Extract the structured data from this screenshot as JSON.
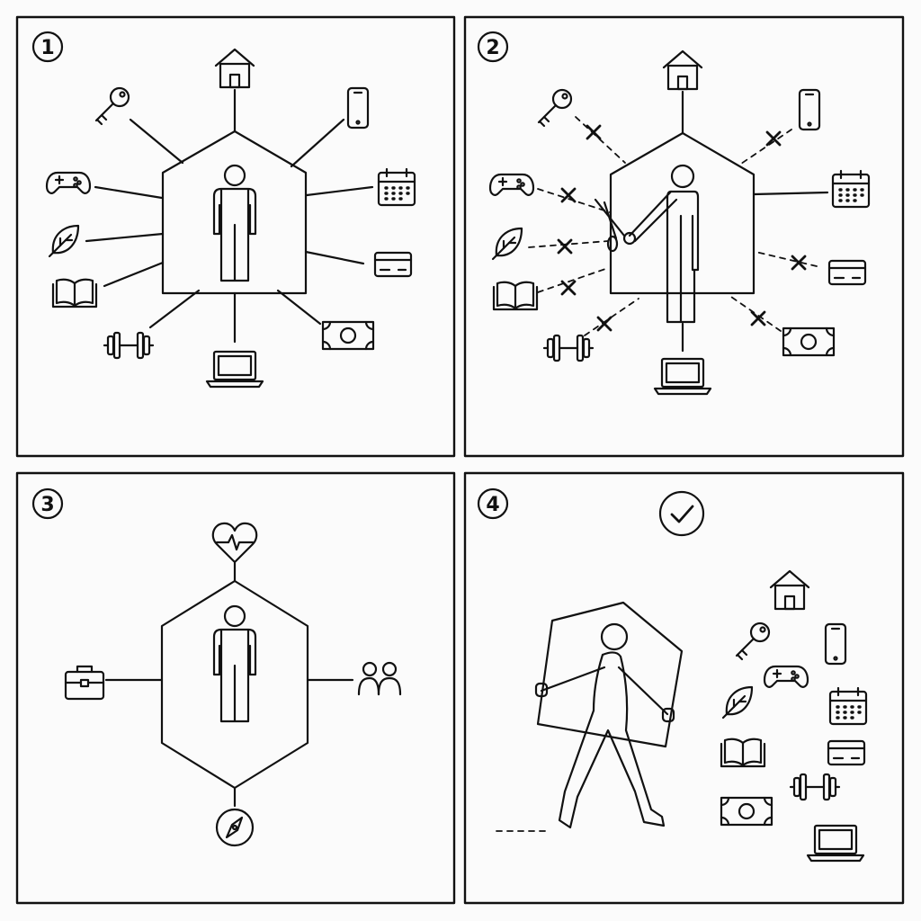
{
  "colors": {
    "ink": "#111111",
    "paper": "#fbfbfb"
  },
  "panels": [
    {
      "step": "1",
      "subject": "person-inside-house",
      "connections": "connected",
      "icons": [
        "house-icon",
        "key-icon",
        "phone-icon",
        "game-controller-icon",
        "calendar-icon",
        "leaf-icon",
        "credit-card-icon",
        "book-icon",
        "dumbbell-icon",
        "laptop-icon",
        "money-icon"
      ]
    },
    {
      "step": "2",
      "subject": "person-cutting-ties",
      "connections": "cut",
      "icons": [
        "house-icon",
        "key-icon",
        "phone-icon",
        "game-controller-icon",
        "calendar-icon",
        "leaf-icon",
        "credit-card-icon",
        "book-icon",
        "dumbbell-icon",
        "laptop-icon",
        "money-icon",
        "scissors-icon"
      ],
      "kept": [
        "house-icon",
        "calendar-icon",
        "laptop-icon"
      ]
    },
    {
      "step": "3",
      "subject": "person-inside-hexagon",
      "connections": "connected",
      "icons": [
        "heart-pulse-icon",
        "briefcase-icon",
        "people-icon",
        "compass-icon"
      ]
    },
    {
      "step": "4",
      "subject": "person-carrying-house",
      "connections": "none",
      "icons": [
        "check-circle-icon",
        "house-icon",
        "key-icon",
        "phone-icon",
        "game-controller-icon",
        "calendar-icon",
        "leaf-icon",
        "credit-card-icon",
        "book-icon",
        "dumbbell-icon",
        "money-icon",
        "laptop-icon"
      ]
    }
  ]
}
